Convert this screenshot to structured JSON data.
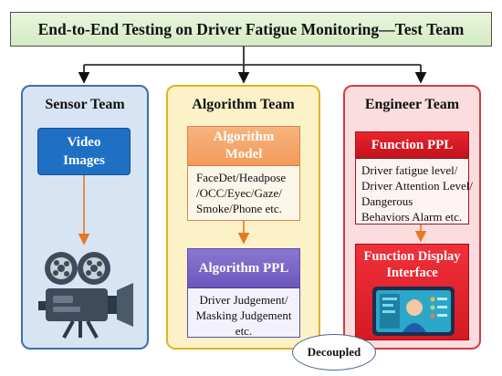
{
  "title": "End-to-End Testing on Driver Fatigue Monitoring—Test Team",
  "sensor": {
    "title": "Sensor Team",
    "box_lines": [
      "Video",
      "Images"
    ]
  },
  "algorithm": {
    "title": "Algorithm Team",
    "model_header_lines": [
      "Algorithm",
      "Model"
    ],
    "model_lines": [
      "FaceDet/Headpose",
      "/OCC/Eyec/Gaze/",
      "Smoke/Phone etc."
    ],
    "ppl_header": "Algorithm PPL",
    "ppl_lines": [
      "Driver Judgement/",
      "Masking Judgement",
      "etc."
    ]
  },
  "engineer": {
    "title": "Engineer Team",
    "ppl_header": "Function PPL",
    "ppl_lines": [
      "Driver fatigue level/",
      "Driver Attention Level/",
      "Dangerous",
      "Behaviors Alarm etc."
    ],
    "display_header_lines": [
      "Function Display",
      "Interface"
    ]
  },
  "decoupled": "Decoupled",
  "colors": {
    "sensor_bg": "#d6e4f4",
    "sensor_border": "#3f6ea8",
    "algorithm_bg": "#fdf1c8",
    "algorithm_border": "#e0b320",
    "engineer_bg": "#fbdcdf",
    "engineer_border": "#d63a43",
    "arrow_orange": "#e87722"
  },
  "icons": [
    "film-camera-icon",
    "monitor-face-icon"
  ]
}
